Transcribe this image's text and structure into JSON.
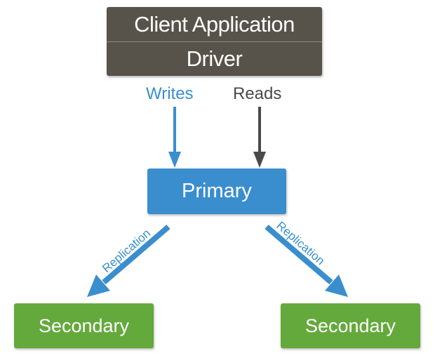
{
  "client": {
    "app_label": "Client Application",
    "driver_label": "Driver"
  },
  "flows": {
    "writes_label": "Writes",
    "reads_label": "Reads",
    "replication_left_label": "Replication",
    "replication_right_label": "Replication"
  },
  "nodes": {
    "primary_label": "Primary",
    "secondary_left_label": "Secondary",
    "secondary_right_label": "Secondary"
  },
  "colors": {
    "client": "#58534a",
    "primary": "#3a8ecd",
    "secondary": "#64a93c",
    "writes": "#3a8ecd",
    "reads": "#4a4a4a",
    "replication": "#3a8ecd"
  }
}
